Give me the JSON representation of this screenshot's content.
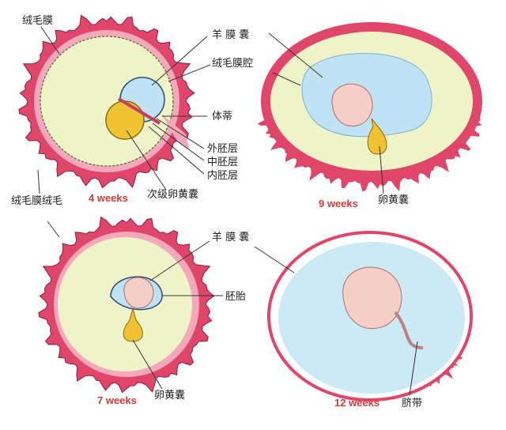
{
  "panels": [
    {
      "stage": "4 weeks"
    },
    {
      "stage": "9 weeks"
    },
    {
      "stage": "7 weeks"
    },
    {
      "stage": "12 weeks"
    }
  ],
  "labels": {
    "chorion": "绒毛膜",
    "amniotic_sac_1": "羊 膜 囊",
    "chorionic_cavity": "绒毛膜腔",
    "body_stalk": "体蒂",
    "ectoderm": "外胚层",
    "mesoderm": "中胚层",
    "endoderm": "内胚层",
    "secondary_yolk_sac": "次级卵黄囊",
    "chorionic_villi": "绒毛膜绒毛",
    "yolk_sac_9w": "卵黄囊",
    "amniotic_sac_2": "羊 膜 囊",
    "embryo": "胚胎",
    "yolk_sac_7w": "卵黄囊",
    "umbilical_cord": "脐带"
  },
  "colors": {
    "chorion_red": "#e0456a",
    "chorion_light": "#f3a9bb",
    "cavity_green": "#eef3c8",
    "amnion_blue": "#bfe3f4",
    "yolk_yellow": "#f1c232",
    "embryo_pink": "#f6d0c8",
    "stage_red": "#d83a3a"
  }
}
